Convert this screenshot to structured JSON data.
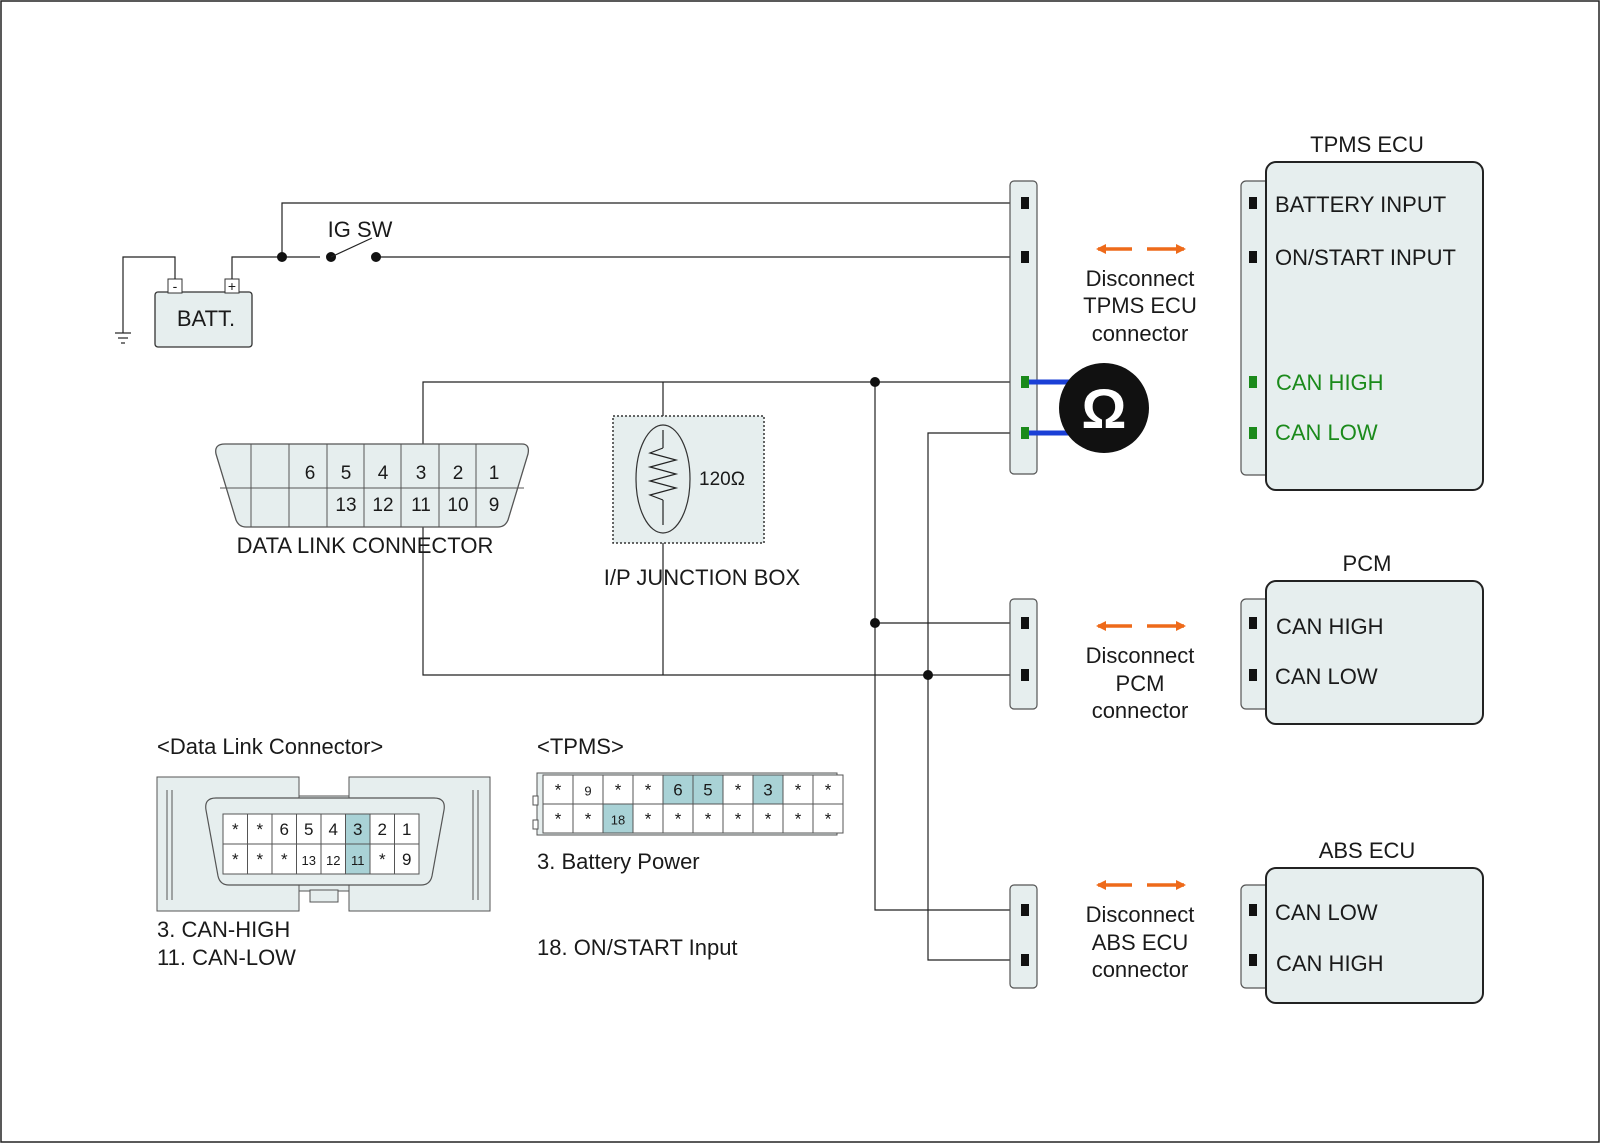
{
  "battery": {
    "label": "BATT.",
    "minus": "-",
    "plus": "+"
  },
  "ig_switch": {
    "label": "IG SW"
  },
  "dlc": {
    "title": "DATA LINK CONNECTOR",
    "top_pins": [
      "6",
      "5",
      "4",
      "3",
      "2",
      "1"
    ],
    "bottom_pins": [
      "13",
      "12",
      "11",
      "10",
      "9"
    ]
  },
  "junction_box": {
    "title": "I/P JUNCTION BOX",
    "resistor": "120Ω"
  },
  "ohmmeter": {
    "symbol": "Ω"
  },
  "modules": [
    {
      "title": "TPMS ECU",
      "pins": [
        "BATTERY INPUT",
        "ON/START INPUT",
        "CAN HIGH",
        "CAN LOW"
      ],
      "action": [
        "Disconnect",
        "TPMS ECU",
        "connector"
      ]
    },
    {
      "title": "PCM",
      "pins": [
        "CAN HIGH",
        "CAN LOW"
      ],
      "action": [
        "Disconnect",
        "PCM",
        "connector"
      ]
    },
    {
      "title": "ABS ECU",
      "pins": [
        "CAN LOW",
        "CAN HIGH"
      ],
      "action": [
        "Disconnect",
        "ABS ECU",
        "connector"
      ]
    }
  ],
  "dlc_face": {
    "title": "<Data Link Connector>",
    "row1": [
      "*",
      "*",
      "6",
      "5",
      "4",
      "3",
      "2",
      "1"
    ],
    "row2": [
      "*",
      "*",
      "*",
      "13",
      "12",
      "11",
      "*",
      "9"
    ],
    "notes": [
      "3. CAN-HIGH",
      "11. CAN-LOW"
    ]
  },
  "tpms_face": {
    "title": "<TPMS>",
    "row1": [
      "*",
      "9",
      "*",
      "*",
      "6",
      "5",
      "*",
      "3",
      "*",
      "*"
    ],
    "row2": [
      "*",
      "*",
      "18",
      "*",
      "*",
      "*",
      "*",
      "*",
      "*",
      "*"
    ],
    "notes": [
      "3. Battery Power",
      "18. ON/START Input"
    ]
  },
  "colors": {
    "accent_arrow": "#ee6a1a",
    "can_pin": "#1b8a1b",
    "meter_lead": "#1a3fd6",
    "highlight_cell": "#a9d2d6",
    "housing": "#e6eeee"
  }
}
